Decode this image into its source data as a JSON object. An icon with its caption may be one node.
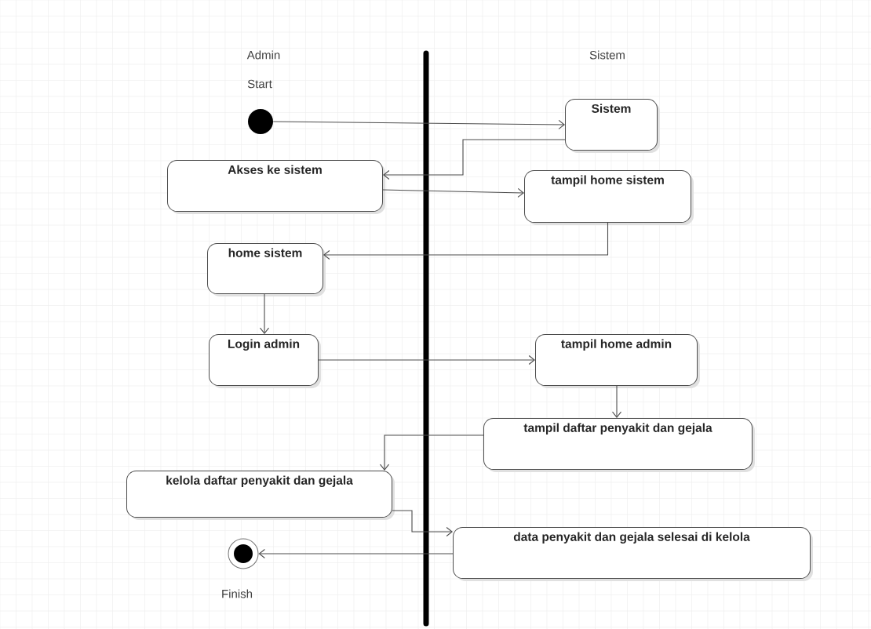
{
  "diagram": {
    "nodes": [
      {
        "text": [],
        "shape": "circle",
        "beside": [
          "Start"
        ]
      },
      {
        "text": [
          "Sistem"
        ]
      },
      {
        "text": [
          "Akses ke sistem"
        ]
      },
      {
        "text": [
          "tampil home sistem"
        ]
      },
      {
        "text": [
          "home sistem"
        ]
      },
      {
        "text": [
          "Login admin"
        ]
      },
      {
        "text": [
          "tampil home admin"
        ]
      },
      {
        "text": [
          "tampil daftar penyakit dan gejala"
        ]
      },
      {
        "text": [
          "kelola daftar penyakit dan gejala"
        ]
      },
      {
        "text": [
          "data penyakit dan gejala selesai di kelola"
        ]
      },
      {
        "text": [],
        "shape": "bullseye",
        "beside": [
          "Finish"
        ]
      }
    ],
    "edges": [
      {
        "from": 0,
        "to": 1,
        "arrow": "to"
      },
      {
        "from": 1,
        "to": 2,
        "arrow": "to"
      },
      {
        "from": 2,
        "to": 3,
        "arrow": "to"
      },
      {
        "from": 3,
        "to": 4,
        "arrow": "to"
      },
      {
        "from": 4,
        "to": 5,
        "arrow": "to"
      },
      {
        "from": 5,
        "to": 6,
        "arrow": "to"
      },
      {
        "from": 6,
        "to": 7,
        "arrow": "to"
      },
      {
        "from": 7,
        "to": 8,
        "arrow": "to"
      },
      {
        "from": 8,
        "to": 9,
        "arrow": "to"
      },
      {
        "from": 9,
        "to": 10,
        "arrow": "to"
      }
    ],
    "labels": [
      "Admin",
      "Sistem"
    ]
  }
}
